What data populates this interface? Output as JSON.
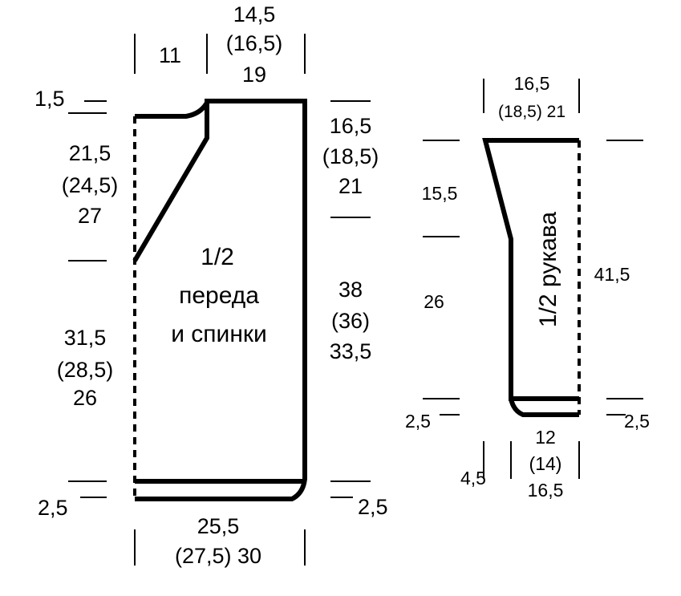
{
  "body_piece": {
    "title": "1/2",
    "title_line2": "переда",
    "title_line3": "и спинки",
    "top_left_width": "11",
    "top_right_width": [
      "14,5",
      "(16,5)",
      "19"
    ],
    "shoulder_drop": "1,5",
    "armhole_depth": [
      "21,5",
      "(24,5)",
      "27"
    ],
    "lower_body": [
      "31,5",
      "(28,5)",
      "26"
    ],
    "hem_left": "2,5",
    "right_armhole": [
      "16,5",
      "(18,5)",
      "21"
    ],
    "right_side": [
      "38",
      "(36)",
      "33,5"
    ],
    "hem_right": "2,5",
    "bottom_width_line1": "25,5",
    "bottom_width_line2": "(27,5) 30"
  },
  "sleeve_piece": {
    "title": "1/2 рукава",
    "top_width_line1": "16,5",
    "top_width_line2": "(18,5) 21",
    "cap_height": "15,5",
    "sleeve_length": "26",
    "total_length": "41,5",
    "cuff_left": "2,5",
    "cuff_right": "2,5",
    "cuff_offset": "4,5",
    "bottom_width": [
      "12",
      "(14)",
      "16,5"
    ]
  }
}
